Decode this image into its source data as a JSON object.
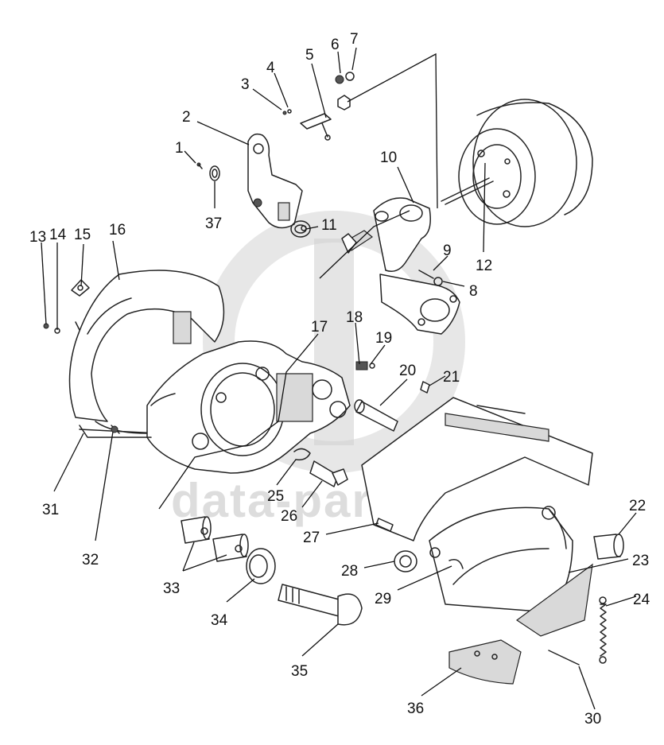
{
  "watermark": {
    "text": "data-parts"
  },
  "callouts": [
    {
      "id": "1",
      "label": "1"
    },
    {
      "id": "2",
      "label": "2"
    },
    {
      "id": "3",
      "label": "3"
    },
    {
      "id": "4",
      "label": "4"
    },
    {
      "id": "5",
      "label": "5"
    },
    {
      "id": "6",
      "label": "6"
    },
    {
      "id": "7",
      "label": "7"
    },
    {
      "id": "8",
      "label": "8"
    },
    {
      "id": "9",
      "label": "9"
    },
    {
      "id": "10",
      "label": "10"
    },
    {
      "id": "11",
      "label": "11"
    },
    {
      "id": "12",
      "label": "12"
    },
    {
      "id": "13",
      "label": "13"
    },
    {
      "id": "14",
      "label": "14"
    },
    {
      "id": "15",
      "label": "15"
    },
    {
      "id": "16",
      "label": "16"
    },
    {
      "id": "17",
      "label": "17"
    },
    {
      "id": "18",
      "label": "18"
    },
    {
      "id": "19",
      "label": "19"
    },
    {
      "id": "20",
      "label": "20"
    },
    {
      "id": "21",
      "label": "21"
    },
    {
      "id": "22",
      "label": "22"
    },
    {
      "id": "23",
      "label": "23"
    },
    {
      "id": "24",
      "label": "24"
    },
    {
      "id": "25",
      "label": "25"
    },
    {
      "id": "26",
      "label": "26"
    },
    {
      "id": "27",
      "label": "27"
    },
    {
      "id": "28",
      "label": "28"
    },
    {
      "id": "29",
      "label": "29"
    },
    {
      "id": "30",
      "label": "30"
    },
    {
      "id": "31",
      "label": "31"
    },
    {
      "id": "32",
      "label": "32"
    },
    {
      "id": "33",
      "label": "33"
    },
    {
      "id": "34",
      "label": "34"
    },
    {
      "id": "35",
      "label": "35"
    },
    {
      "id": "36",
      "label": "36"
    },
    {
      "id": "37",
      "label": "37"
    }
  ]
}
